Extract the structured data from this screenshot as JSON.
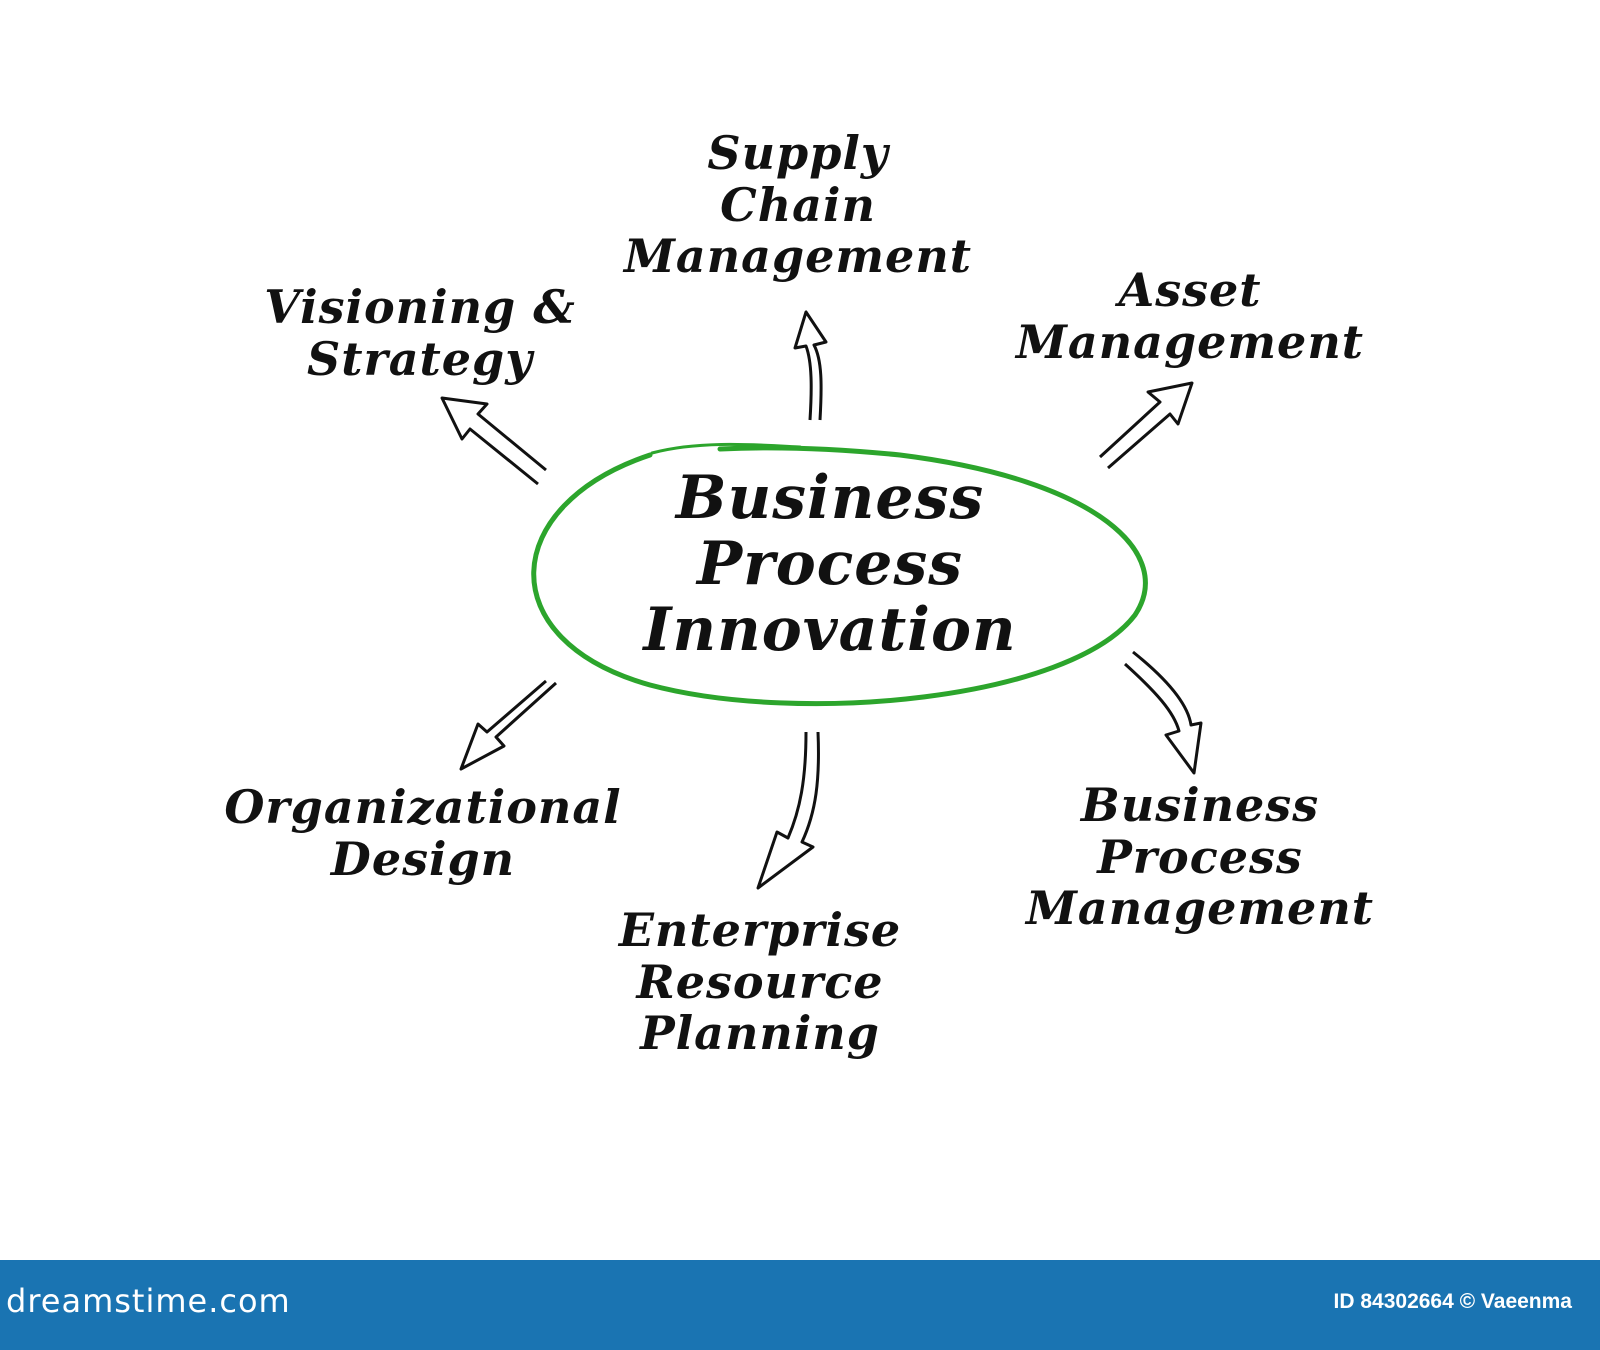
{
  "diagram": {
    "center": {
      "lines": [
        "Business",
        "Process",
        "Innovation"
      ]
    },
    "nodes": [
      {
        "id": "visioning-strategy",
        "lines": [
          "Visioning &",
          "Strategy"
        ]
      },
      {
        "id": "supply-chain-management",
        "lines": [
          "Supply",
          "Chain",
          "Management"
        ]
      },
      {
        "id": "asset-management",
        "lines": [
          "Asset",
          "Management"
        ]
      },
      {
        "id": "organizational-design",
        "lines": [
          "Organizational",
          "Design"
        ]
      },
      {
        "id": "enterprise-resource-planning",
        "lines": [
          "Enterprise",
          "Resource",
          "Planning"
        ]
      },
      {
        "id": "business-process-management",
        "lines": [
          "Business",
          "Process",
          "Management"
        ]
      }
    ],
    "colors": {
      "ellipse": "#2ca52c",
      "arrow": "#111111",
      "text": "#111111"
    }
  },
  "footer": {
    "brand": "dreamstime.com",
    "credit": "ID 84302664 © Vaeenma",
    "background": "#1a74b2"
  }
}
